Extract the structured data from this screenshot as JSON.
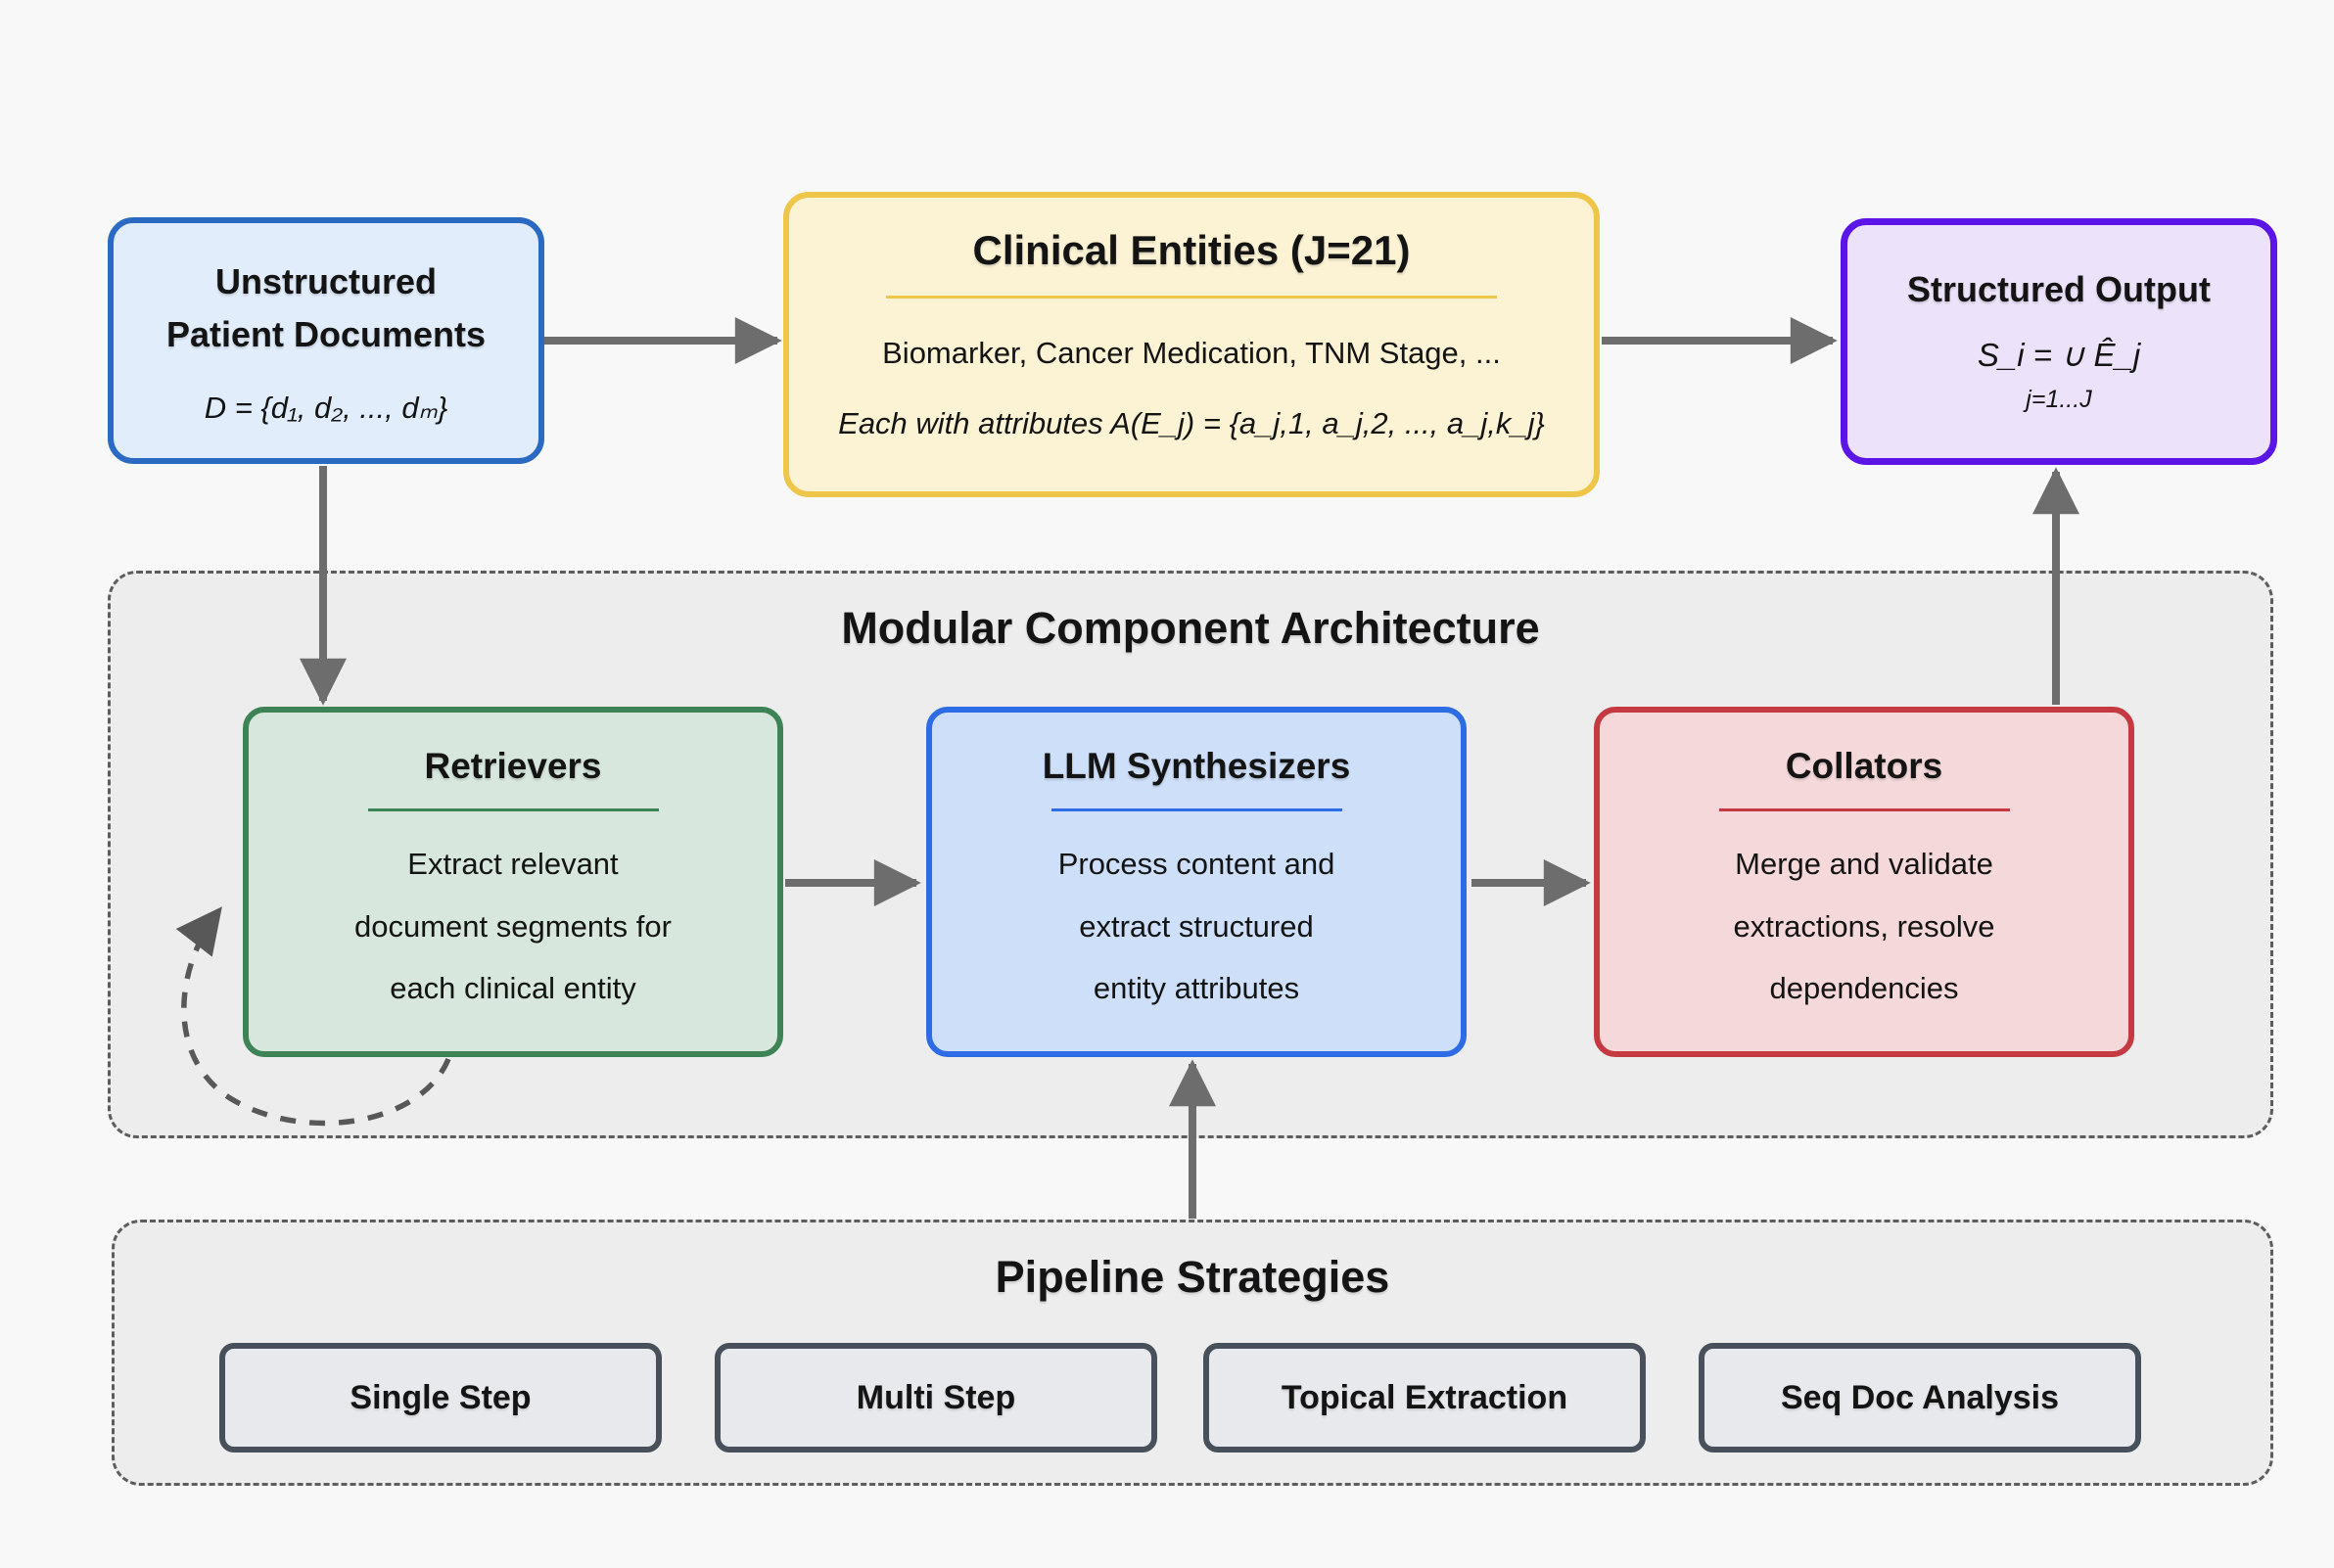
{
  "page": {
    "background": "#f8f8f9",
    "panel_fill": "#ededee",
    "panel_border": "#5d5d5d",
    "arrow_color": "#6d6d6d"
  },
  "nodes": {
    "unstructured": {
      "title": "Unstructured Patient Documents",
      "title_lines": [
        "Unstructured",
        "Patient Documents"
      ],
      "formula": "D = {d₁, d₂, ..., dₘ}",
      "border_color": "#2b6ac3",
      "fill_color": "#e2edfc"
    },
    "clinical": {
      "title": "Clinical Entities (J=21)",
      "examples": "Biomarker, Cancer Medication, TNM Stage, ...",
      "attributes_note": "Each with attributes A(E_j) = {a_j,1, a_j,2, ..., a_j,k_j}",
      "border_color": "#edc64a",
      "fill_color": "#fcf3d5"
    },
    "structured": {
      "title": "Structured Output",
      "formula": "S_i = ∪ Ê_j",
      "index_range": "j=1...J",
      "border_color": "#5b15e6",
      "fill_color": "#ece3fa"
    }
  },
  "architecture": {
    "title": "Modular Component Architecture",
    "components": [
      {
        "title": "Retrievers",
        "description": "Extract relevant document segments for each clinical entity",
        "description_lines": [
          "Extract relevant",
          "document segments for",
          "each clinical entity"
        ],
        "border_color": "#3d8355",
        "fill_color": "#d7e7dd"
      },
      {
        "title": "LLM Synthesizers",
        "description": "Process content and extract structured entity attributes",
        "description_lines": [
          "Process content and",
          "extract structured",
          "entity attributes"
        ],
        "border_color": "#2e6ce5",
        "fill_color": "#cedff9"
      },
      {
        "title": "Collators",
        "description": "Merge and validate extractions, resolve dependencies",
        "description_lines": [
          "Merge and validate",
          "extractions, resolve",
          "dependencies"
        ],
        "border_color": "#c53a40",
        "fill_color": "#f4d8da"
      }
    ]
  },
  "pipeline": {
    "title": "Pipeline Strategies",
    "strategies": [
      "Single Step",
      "Multi Step",
      "Topical Extraction",
      "Seq Doc Analysis"
    ],
    "box_fill": "#e7e9ec",
    "box_border": "#48515b"
  },
  "edges": [
    {
      "from": "unstructured-patient-documents",
      "to": "clinical-entities",
      "style": "solid"
    },
    {
      "from": "clinical-entities",
      "to": "structured-output",
      "style": "solid"
    },
    {
      "from": "unstructured-patient-documents",
      "to": "retrievers",
      "style": "solid"
    },
    {
      "from": "retrievers",
      "to": "llm-synthesizers",
      "style": "solid"
    },
    {
      "from": "llm-synthesizers",
      "to": "collators",
      "style": "solid"
    },
    {
      "from": "collators",
      "to": "structured-output",
      "style": "solid"
    },
    {
      "from": "pipeline-strategies",
      "to": "llm-synthesizers",
      "style": "solid"
    },
    {
      "from": "retrievers",
      "to": "retrievers",
      "style": "dashed-self-loop"
    }
  ]
}
